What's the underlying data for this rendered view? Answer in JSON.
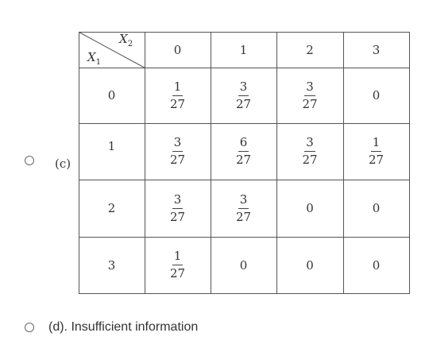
{
  "option_c": {
    "label": "(c)",
    "table": {
      "col_var": "X",
      "col_var_sub": "2",
      "row_var": "X",
      "row_var_sub": "1",
      "col_headers": [
        "0",
        "1",
        "2",
        "3"
      ],
      "row_headers": [
        "0",
        "1",
        "2",
        "3"
      ],
      "cells": [
        [
          {
            "num": "1",
            "den": "27"
          },
          {
            "num": "3",
            "den": "27"
          },
          {
            "num": "3",
            "den": "27"
          },
          {
            "text": "0"
          }
        ],
        [
          {
            "num": "3",
            "den": "27"
          },
          {
            "num": "6",
            "den": "27"
          },
          {
            "num": "3",
            "den": "27"
          },
          {
            "num": "1",
            "den": "27"
          }
        ],
        [
          {
            "num": "3",
            "den": "27"
          },
          {
            "num": "3",
            "den": "27"
          },
          {
            "text": "0"
          },
          {
            "text": "0"
          }
        ],
        [
          {
            "num": "1",
            "den": "27"
          },
          {
            "text": "0"
          },
          {
            "text": "0"
          },
          {
            "text": "0"
          }
        ]
      ]
    }
  },
  "option_d": {
    "label": "(d). Insufficient information"
  }
}
